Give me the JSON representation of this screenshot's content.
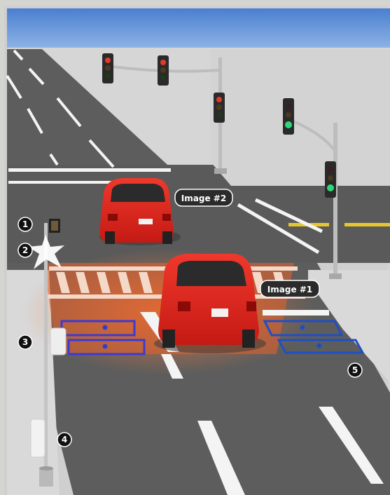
{
  "labels": {
    "image1": "Image #1",
    "image2": "Image #2"
  },
  "markers": [
    "1",
    "2",
    "3",
    "4",
    "5"
  ],
  "colors": {
    "sky": "#5b8fd6",
    "road": "#5c5c5c",
    "sidewalk": "#d8d8d8",
    "car": "#e0221a",
    "detection_zone": "#e8602a",
    "loop_left": "#3b3bd0",
    "loop_right": "#1f4fc4",
    "lane_yellow": "#e6c62e",
    "label_bg": "#2b2b2b"
  },
  "icons": [
    "traffic-signal-icon",
    "pedestrian-signal-icon",
    "camera-flash-icon",
    "car-icon"
  ]
}
